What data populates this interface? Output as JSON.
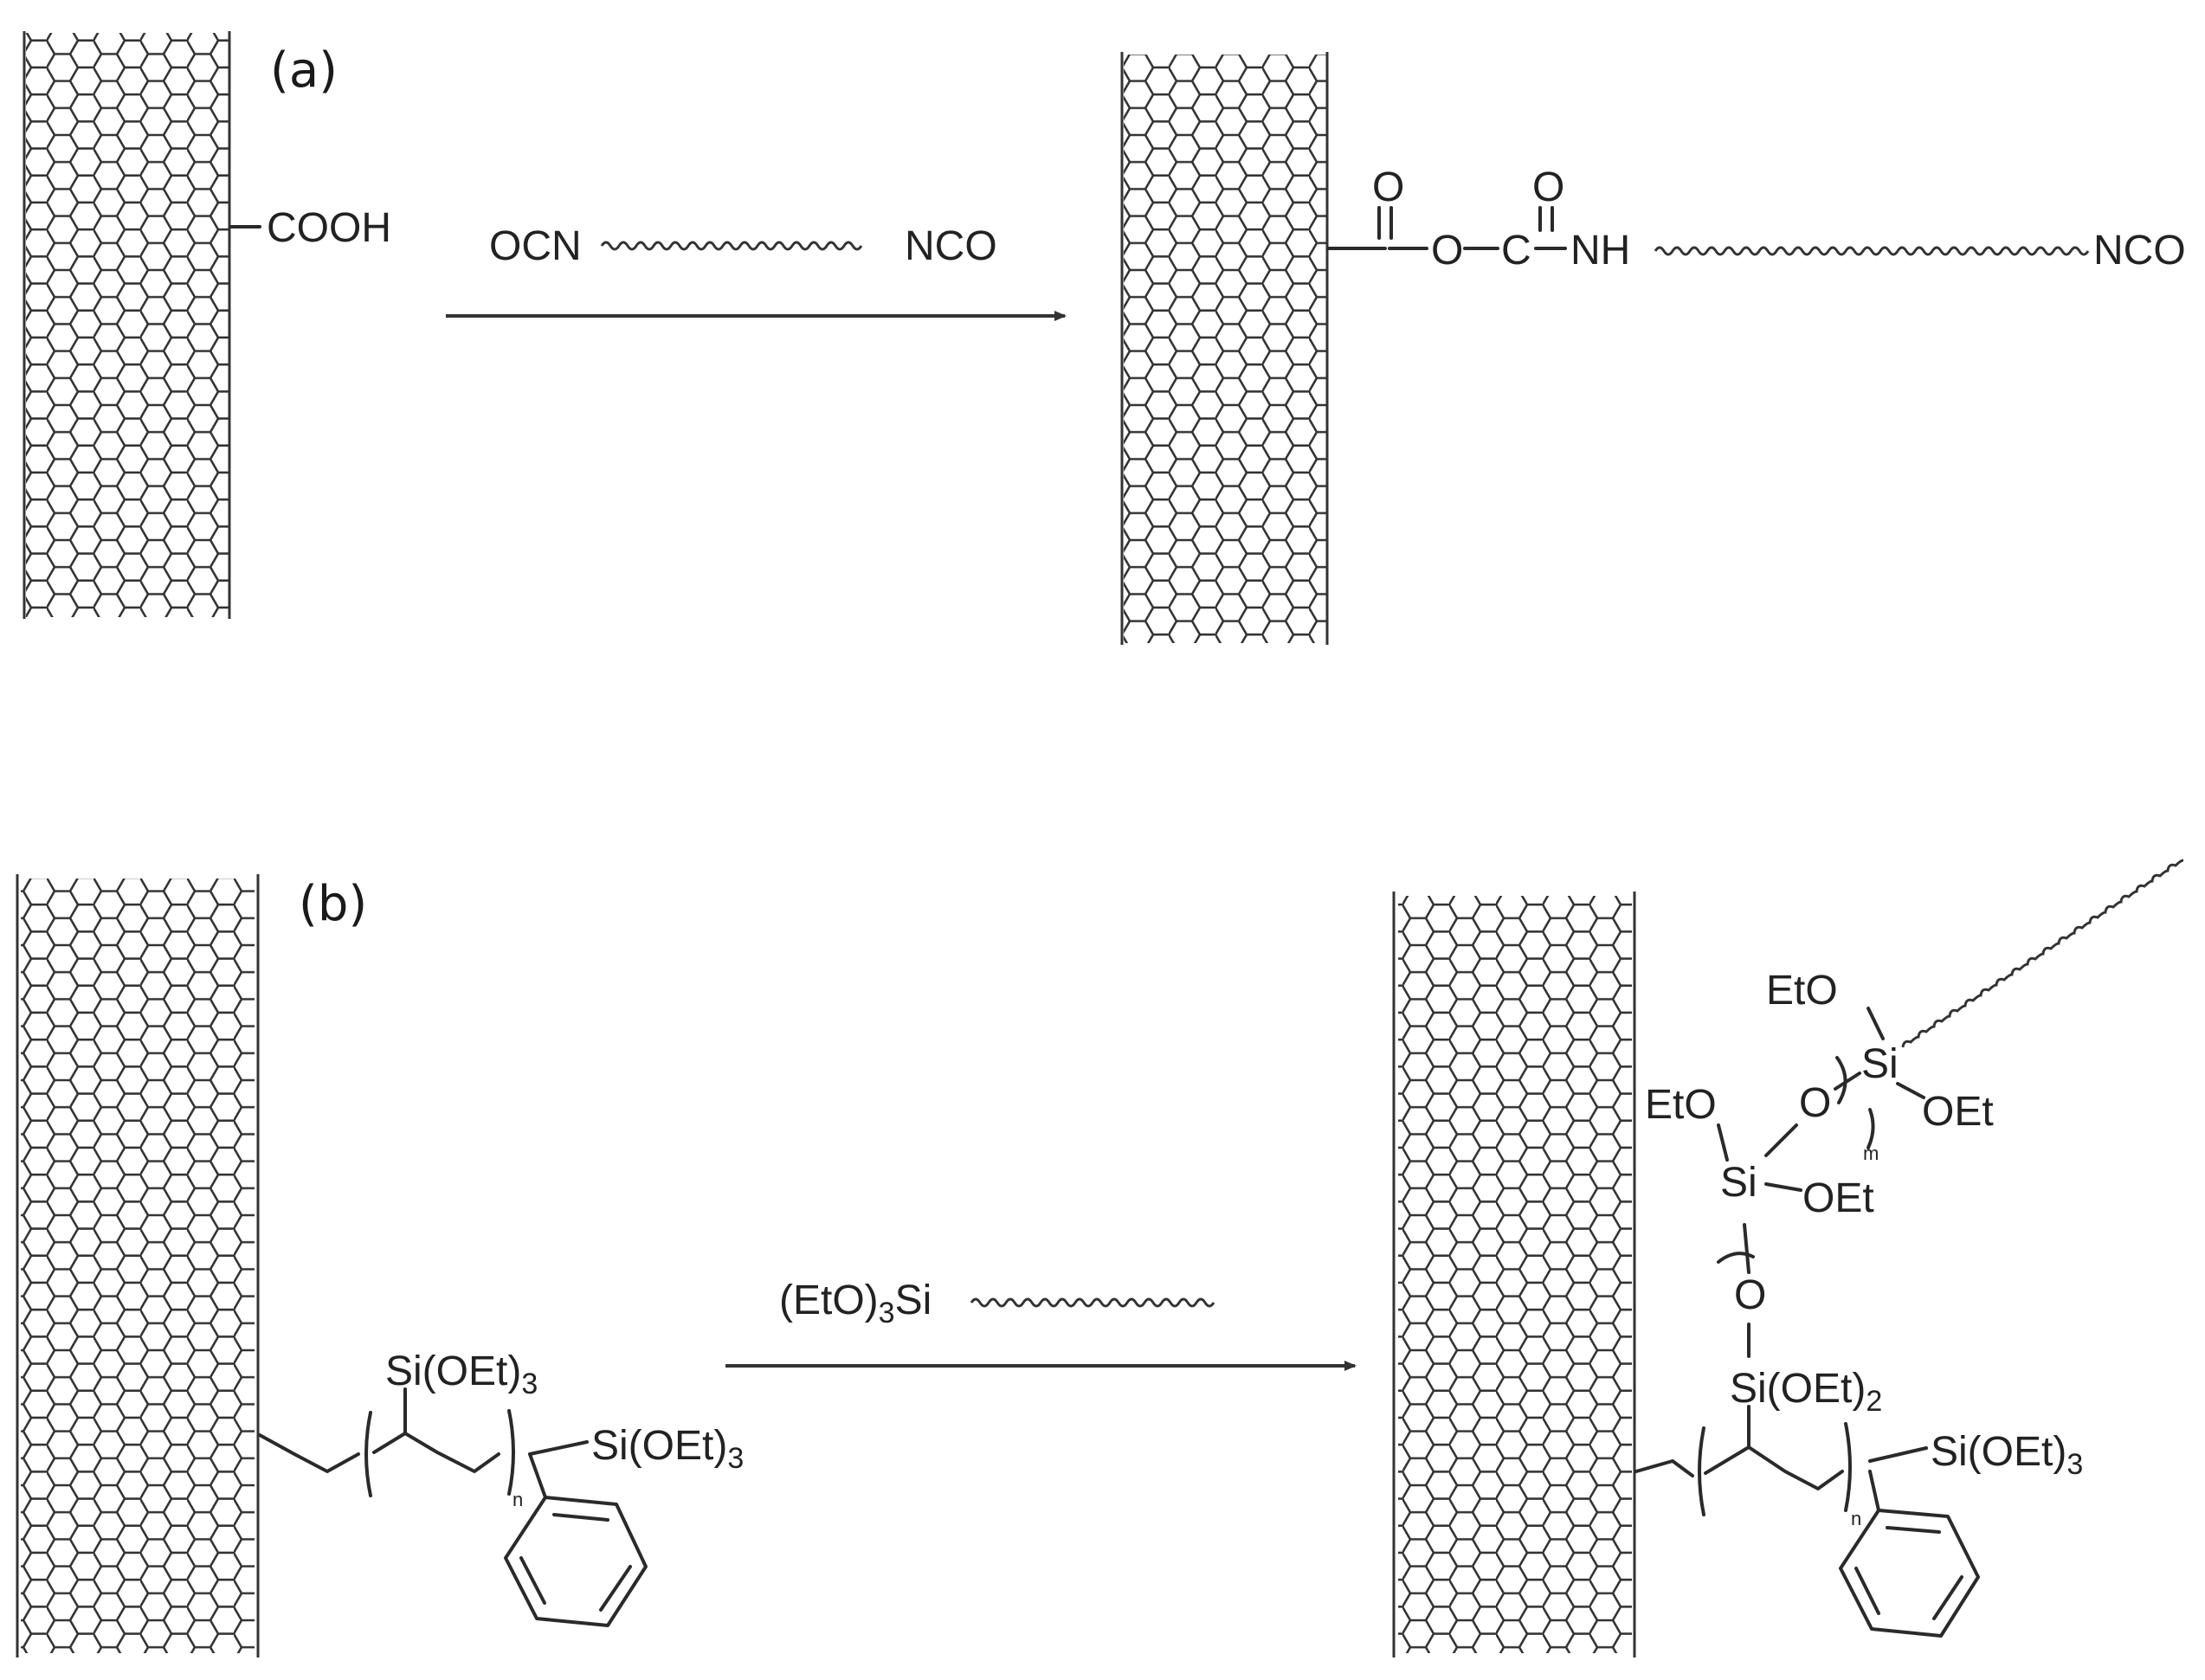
{
  "panel_a": {
    "label": "(a)",
    "reactant_group": "COOH",
    "reagent": {
      "left": "OCN",
      "right": "NCO"
    },
    "product": {
      "carbonyl_o_1": "O",
      "carbonyl_o_2": "O",
      "ester_o": "O",
      "carbon": "C",
      "amide": "NH",
      "end_group": "NCO"
    }
  },
  "panel_b": {
    "label": "(b)",
    "reactant": {
      "side_group": "Si(OEt)",
      "side_group_sub": "3",
      "end_group": "Si(OEt)",
      "end_group_sub": "3",
      "repeat_index": "n"
    },
    "reagent": {
      "main": "(EtO)",
      "sub": "3",
      "tail": "Si"
    },
    "product": {
      "eto_top": "EtO",
      "si_top": "Si",
      "oet_top": "OEt",
      "eto_mid": "EtO",
      "o_bridge": "O",
      "repeat_index_m": "m",
      "si_mid": "Si",
      "oet_mid": "OEt",
      "o_lower": "O",
      "si_base": "Si(OEt)",
      "si_base_sub": "2",
      "end_group": "Si(OEt)",
      "end_group_sub": "3",
      "repeat_index": "n"
    }
  }
}
